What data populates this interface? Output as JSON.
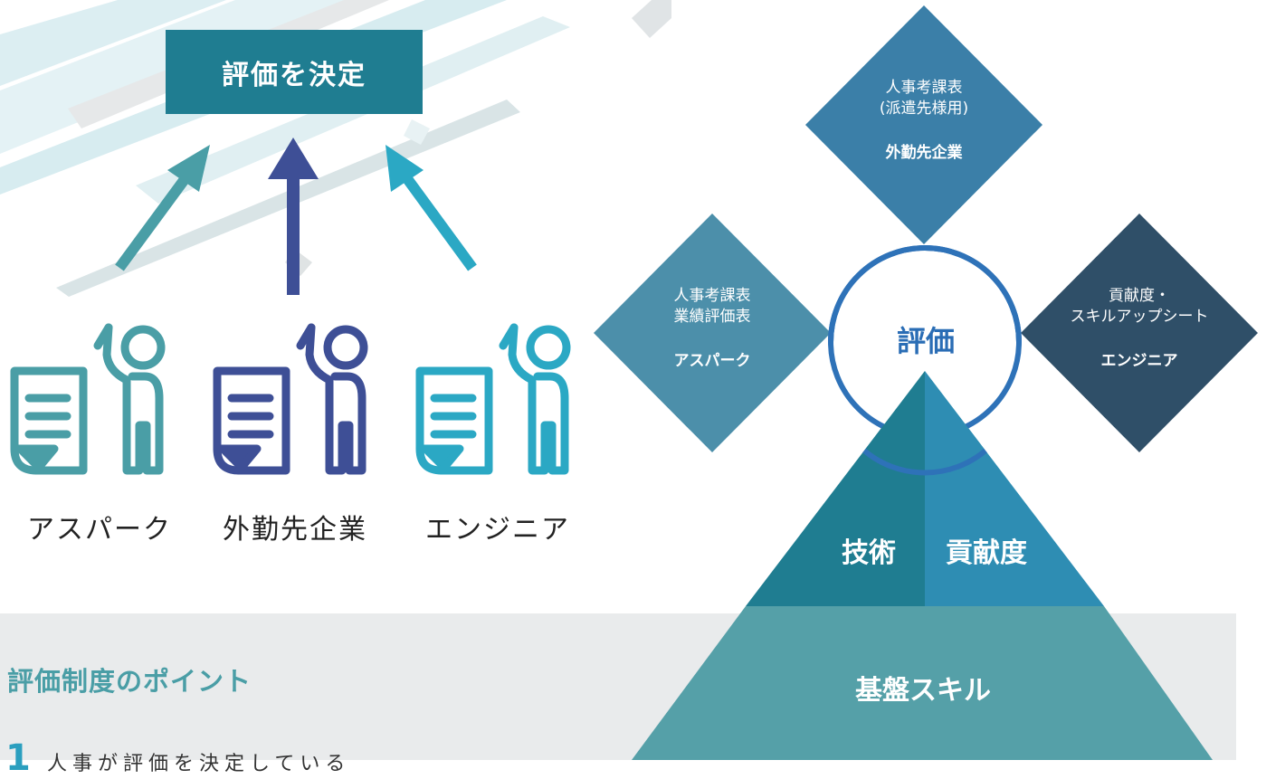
{
  "top_left": {
    "decide_label": "評価を決定",
    "evaluators": [
      {
        "label": "アスパーク",
        "color": "#4a9ea6"
      },
      {
        "label": "外勤先企業",
        "color": "#3e4f96"
      },
      {
        "label": "エンジニア",
        "color": "#2ba8c4"
      }
    ],
    "icons": [
      "document-icon",
      "person-raising-hand-icon"
    ]
  },
  "right": {
    "center_label": "評価",
    "diamonds": {
      "top": {
        "line1": "人事考課表",
        "line2": "(派遣先様用)",
        "owner": "外勤先企業",
        "color": "#3b7fa8"
      },
      "left": {
        "line1": "人事考課表",
        "line2": "業績評価表",
        "owner": "アスパーク",
        "color": "#4c8faa"
      },
      "right": {
        "line1": "貢献度・",
        "line2": "スキルアップシート",
        "owner": "エンジニア",
        "color": "#2f4f68"
      }
    },
    "pyramid": {
      "left_label": "技術",
      "right_label": "貢献度",
      "base_label": "基盤スキル",
      "colors": {
        "left": "#1f7d91",
        "right": "#2e8db3",
        "base": "#55a0a8"
      }
    }
  },
  "points": {
    "title": "評価制度のポイント",
    "item_number": "1",
    "item_text": "人事が評価を決定している"
  }
}
